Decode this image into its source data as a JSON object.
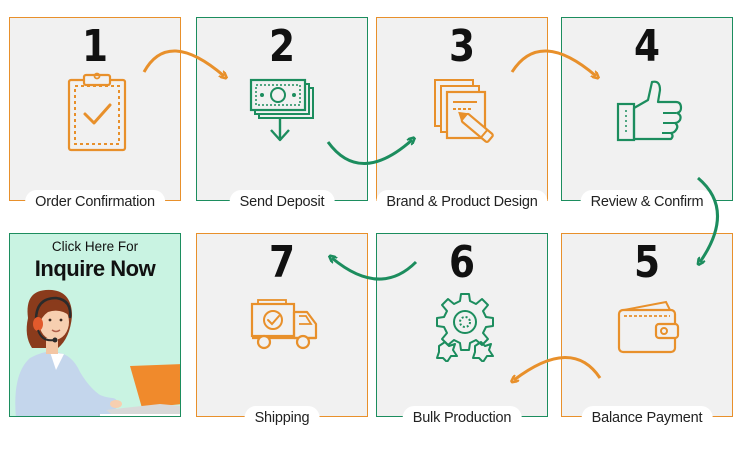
{
  "colors": {
    "orange": "#e8902b",
    "green": "#1c8d5e",
    "panel": "#f1f1f1",
    "mint": "#c9f3e2"
  },
  "steps": [
    {
      "number": "1",
      "label": "Order Confirmation",
      "icon": "clipboard-check-icon"
    },
    {
      "number": "2",
      "label": "Send Deposit",
      "icon": "money-deposit-icon"
    },
    {
      "number": "3",
      "label": "Brand & Product Design",
      "icon": "design-pen-icon"
    },
    {
      "number": "4",
      "label": "Review & Confirm",
      "icon": "thumbs-up-icon"
    },
    {
      "number": "5",
      "label": "Balance Payment",
      "icon": "wallet-icon"
    },
    {
      "number": "6",
      "label": "Bulk Production",
      "icon": "gears-icon"
    },
    {
      "number": "7",
      "label": "Shipping",
      "icon": "delivery-truck-icon"
    }
  ],
  "inquiry": {
    "subtitle": "Click Here For",
    "title": "Inquire Now",
    "illustration": "support-agent-illustration"
  }
}
